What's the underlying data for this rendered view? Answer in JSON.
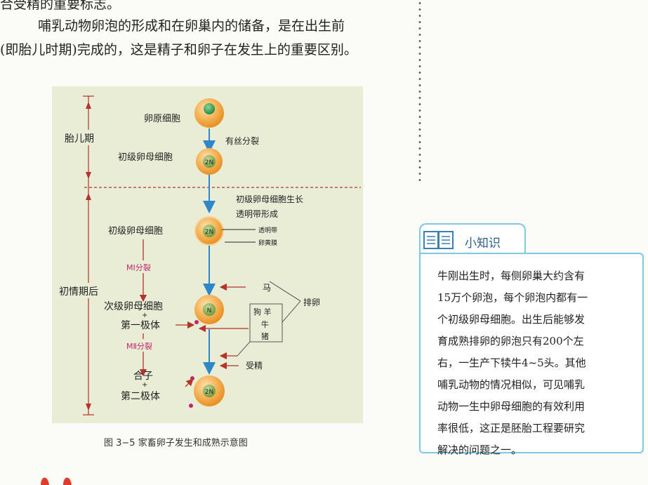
{
  "text": {
    "line_partial": "合受精的重要标志。",
    "line_1": "哺乳动物卵泡的形成和在卵巢内的储备，是在出生前",
    "line_2": "(即胎儿时期)完成的，这是精子和卵子在发生上的重要区别。"
  },
  "figure": {
    "caption": "图 3−5   家畜卵子发生和成熟示意图",
    "periods": {
      "fetal": "胎儿期",
      "puberty": "初情期后"
    },
    "cells": {
      "oogonium": "卵原细胞",
      "primary_oocyte_1": "初级卵母细胞",
      "primary_oocyte_2": "初级卵母细胞",
      "secondary_oocyte": "次级卵母细胞",
      "first_polar_body": "第一极体",
      "zygote": "合子",
      "second_polar_body": "第二极体",
      "plus": "+"
    },
    "ploidy": {
      "n2a": "2N",
      "n2b": "2N",
      "n": "N",
      "n2c": "2N"
    },
    "processes": {
      "mitosis": "有丝分裂",
      "growth_1": "初级卵母细胞生长",
      "growth_2": "透明带形成",
      "zona": "透明带",
      "yolk": "卵黄膜",
      "meiosis1": "MⅠ分裂",
      "meiosis2": "MⅡ分裂",
      "fertilization": "受精",
      "ovulation": "排卵"
    },
    "animals": {
      "horse": "马",
      "dog_sheep": "狗 羊",
      "cow": "牛",
      "pig": "猪"
    }
  },
  "tip": {
    "title": "小知识",
    "lines": [
      "牛刚出生时，每侧卵巢大约含有",
      "15万个卵泡，每个卵泡内都有一",
      "个初级卵母细胞。出生后能够发",
      "育成熟排卵的卵泡只有200个左",
      "右，一生产下犊牛4~5头。其他",
      "哺乳动物的情况相似，可见哺乳",
      "动物一生中卵母细胞的有效利用",
      "率很低，这正是胚胎工程要研究",
      "解决的问题之一。"
    ]
  },
  "colors": {
    "accent_blue": "#2f86c8",
    "cell_orange": "#f0a23a",
    "bracket_red": "#b5332a",
    "meiosis_magenta": "#c0246e",
    "figure_bg": "#e9edd6",
    "tip_border": "#7fc7e3"
  },
  "icons": {
    "tip_icon": "book-icon"
  }
}
